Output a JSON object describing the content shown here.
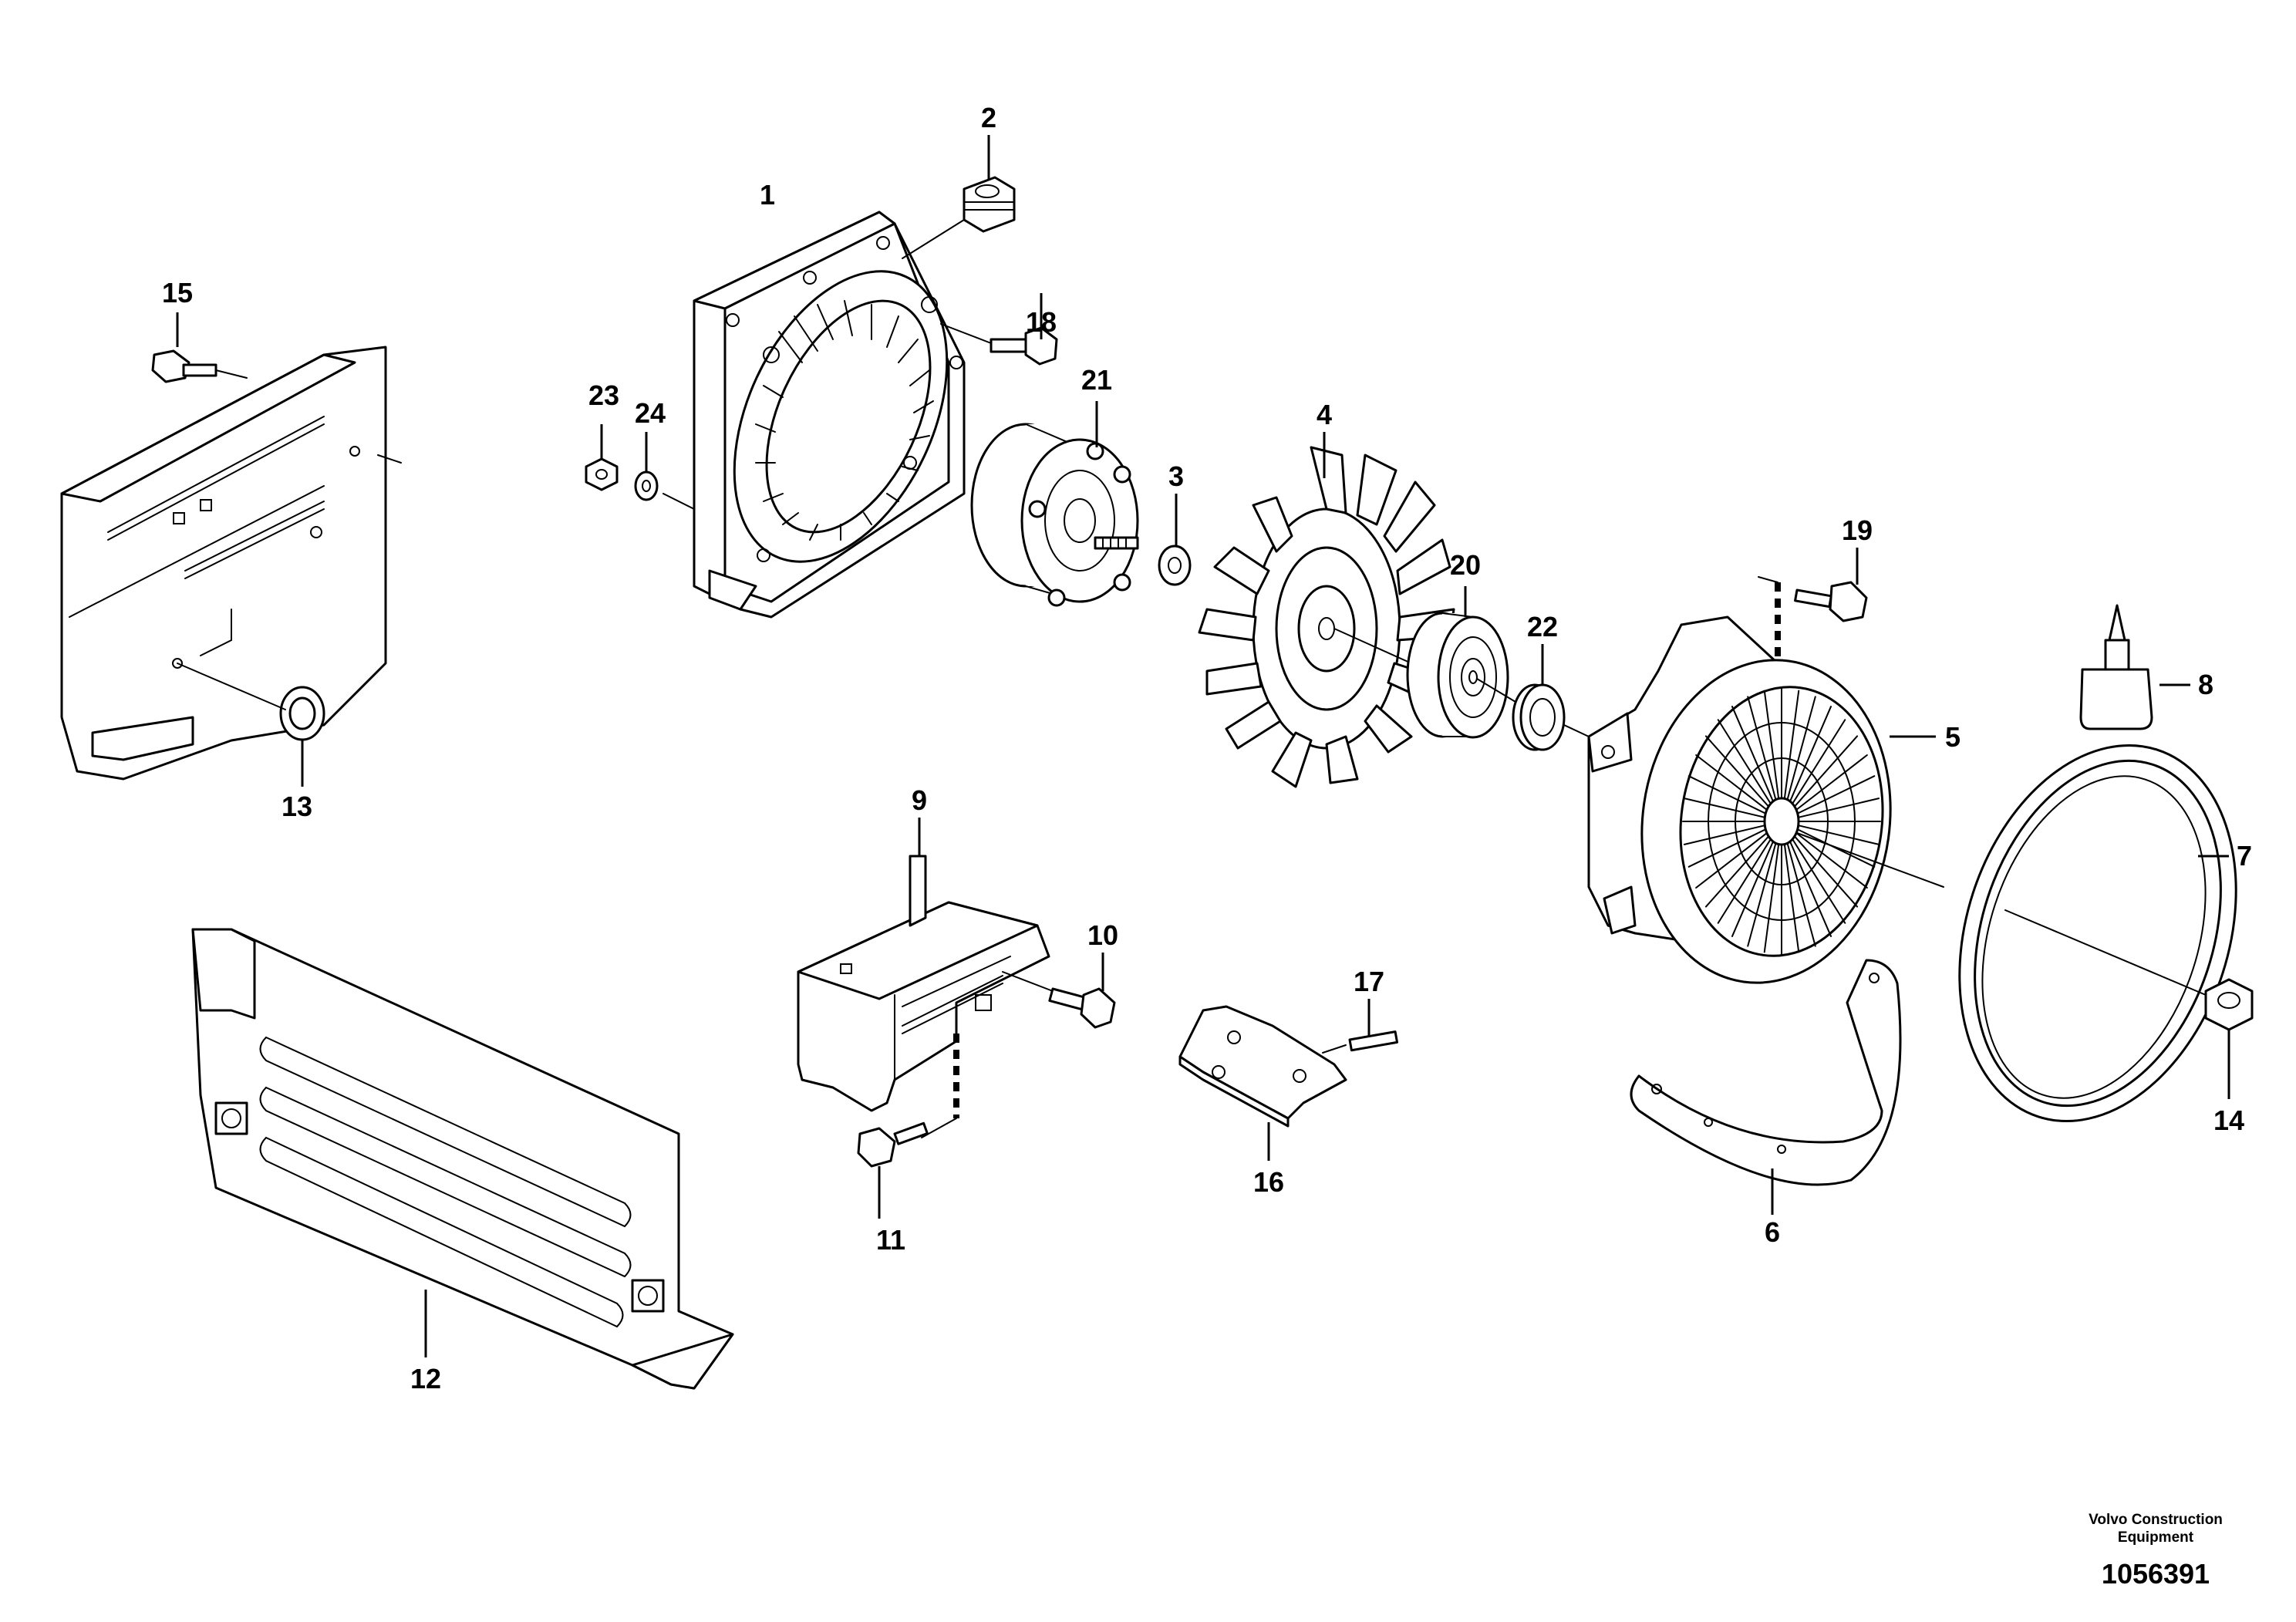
{
  "diagram": {
    "callouts": [
      "1",
      "2",
      "3",
      "4",
      "5",
      "6",
      "7",
      "8",
      "9",
      "10",
      "11",
      "12",
      "13",
      "14",
      "15",
      "16",
      "17",
      "18",
      "19",
      "20",
      "21",
      "22",
      "23",
      "24"
    ],
    "footer": {
      "company_line1": "Volvo Construction",
      "company_line2": "Equipment",
      "document_number": "1056391"
    }
  }
}
